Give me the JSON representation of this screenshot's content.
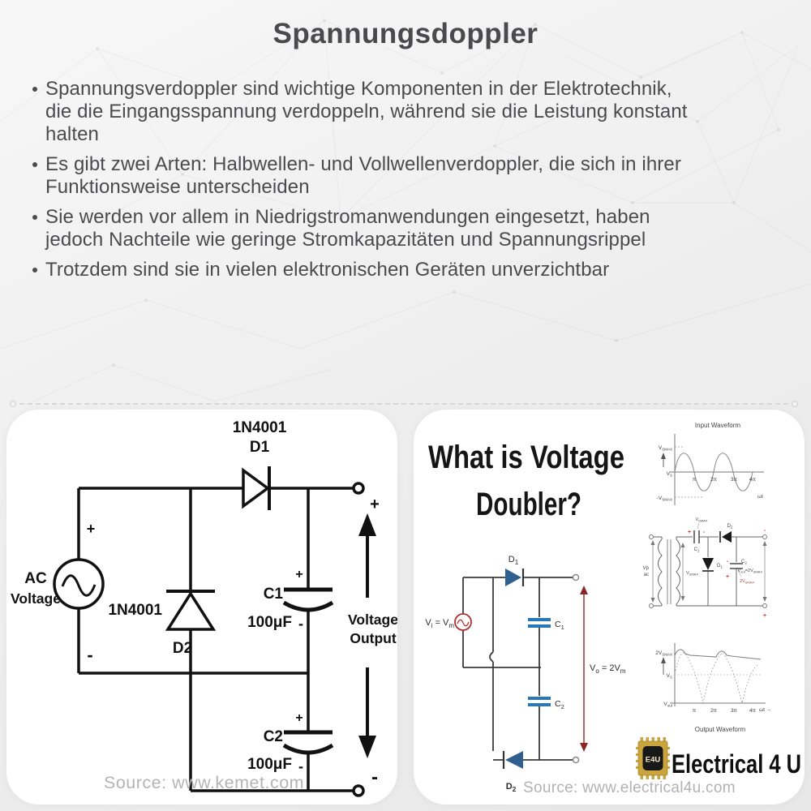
{
  "slide": {
    "title": "Spannungsdoppler",
    "bullets": [
      {
        "lines": [
          "Spannungsverdoppler sind wichtige Komponenten in der Elektrotechnik,",
          "die die Eingangsspannung verdoppeln, während sie die Leistung konstant",
          "halten"
        ]
      },
      {
        "lines": [
          "Es gibt zwei Arten: Halbwellen- und Vollwellenverdoppler, die sich in ihrer",
          "Funktionsweise unterscheiden"
        ]
      },
      {
        "lines": [
          "Sie werden vor allem in Niedrigstromanwendungen eingesetzt, haben",
          "jedoch Nachteile wie geringe Stromkapazitäten und Spannungsrippel"
        ]
      },
      {
        "lines": [
          "Trotzdem sind sie in vielen elektronischen Geräten unverzichtbar"
        ]
      }
    ]
  },
  "kemet": {
    "d1_part": "1N4001",
    "d1": "D1",
    "d2_part": "1N4001",
    "d2": "D2",
    "ac1": "AC",
    "ac2": "Voltage",
    "src_plus": "+",
    "src_minus": "-",
    "c1": "C1",
    "c1_val": "100μF",
    "c1_plus": "+",
    "c1_minus": "-",
    "c2": "C2",
    "c2_val": "100μF",
    "c2_plus": "+",
    "c2_minus": "-",
    "out_plus": "+",
    "out_minus": "-",
    "out1": "Voltage",
    "out2": "Output",
    "credit": "Source: www.kemet.com"
  },
  "e4u": {
    "title1": "What is Voltage",
    "title2": "Doubler?",
    "credit": "Source: www.electrical4u.com",
    "logo": {
      "chip": "E4U",
      "name": "Electrical 4 U"
    },
    "main": {
      "vi": [
        "V",
        "i",
        " = V",
        "m"
      ],
      "vo": [
        "V",
        "o",
        " = 2V",
        "m"
      ],
      "d1": [
        "D",
        "1"
      ],
      "d2": [
        "D",
        "2"
      ],
      "c1": [
        "C",
        "1"
      ],
      "c2": [
        "C",
        "2"
      ]
    },
    "inwave": {
      "title": "Input Waveform",
      "vmax": [
        "V",
        "SMAX"
      ],
      "vs": [
        "V",
        "S"
      ],
      "vneg": [
        "-V",
        "SMAX"
      ],
      "t1": "π",
      "t2": "2π",
      "t3": "3π",
      "t4": "4π",
      "wt": "ωt"
    },
    "midckt": {
      "vp1": "Vp",
      "vp2": "ac",
      "vsec": [
        "V",
        "SMAX"
      ],
      "c1_top": [
        "V",
        "SMAX"
      ],
      "c1": [
        "C",
        "1"
      ],
      "d2": [
        "D",
        "2"
      ],
      "d1": [
        "D",
        "1"
      ],
      "c2": [
        "C",
        "2"
      ],
      "twovs": [
        "2V",
        "SMAX"
      ],
      "vout": [
        "V",
        "out",
        "=2V",
        "SMAX"
      ],
      "p1": "+",
      "m1": "-",
      "p2": "+",
      "m2": "-",
      "p3": "+",
      "m3": "-"
    },
    "outwave": {
      "title": "Output Waveform",
      "vmax": [
        "2V",
        "SMAX"
      ],
      "vs": [
        "V",
        "S"
      ],
      "vout": [
        "V",
        "out"
      ],
      "t1": "π",
      "t2": "2π",
      "t3": "3π",
      "t4": "4π",
      "wt": "ωt →"
    }
  },
  "colors": {
    "background": "#efefef",
    "panel": "#ffffff",
    "body_text": "#4b4b4d",
    "title_text": "#4a4a4c",
    "credit_gray": "#b4b4b4",
    "circuit_black": "#111111",
    "diode_blue": "#2f5f8f",
    "capacitor_blue": "#2878b8",
    "source_red": "#b03030",
    "arrow_red": "#8b2525",
    "polarity_red": "#cc3333",
    "logo_gold": "#caa53e"
  }
}
